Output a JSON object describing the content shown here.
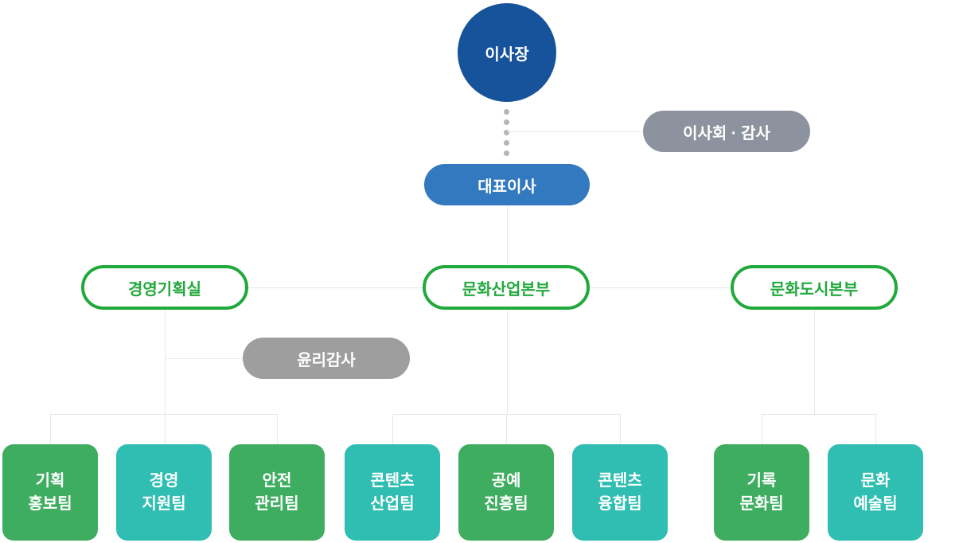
{
  "colors": {
    "chairman-blue": "#17539A",
    "ceo-blue": "#3379BF",
    "board-gray": "#8D939E",
    "ethics-gray": "#9E9E9E",
    "division-green": "#21A93C",
    "team-green": "#3FAD60",
    "team-teal": "#2FBEB1",
    "line-gray": "#E7E7E7",
    "dot-gray": "#B5B5B5"
  },
  "nodes": {
    "chairman": "이사장",
    "board": "이사회 · 감사",
    "ceo": "대표이사",
    "ethics": "윤리감사"
  },
  "divisions": [
    {
      "label": "경영기획실"
    },
    {
      "label": "문화산업본부"
    },
    {
      "label": "문화도시본부"
    }
  ],
  "teams": [
    {
      "lines": [
        "기획",
        "홍보팀"
      ],
      "color": "green"
    },
    {
      "lines": [
        "경영",
        "지원팀"
      ],
      "color": "teal"
    },
    {
      "lines": [
        "안전",
        "관리팀"
      ],
      "color": "green"
    },
    {
      "lines": [
        "콘텐츠",
        "산업팀"
      ],
      "color": "teal"
    },
    {
      "lines": [
        "공예",
        "진흥팀"
      ],
      "color": "green"
    },
    {
      "lines": [
        "콘텐츠",
        "융합팀"
      ],
      "color": "teal"
    },
    {
      "lines": [
        "기록",
        "문화팀"
      ],
      "color": "green"
    },
    {
      "lines": [
        "문화",
        "예술팀"
      ],
      "color": "teal"
    }
  ]
}
